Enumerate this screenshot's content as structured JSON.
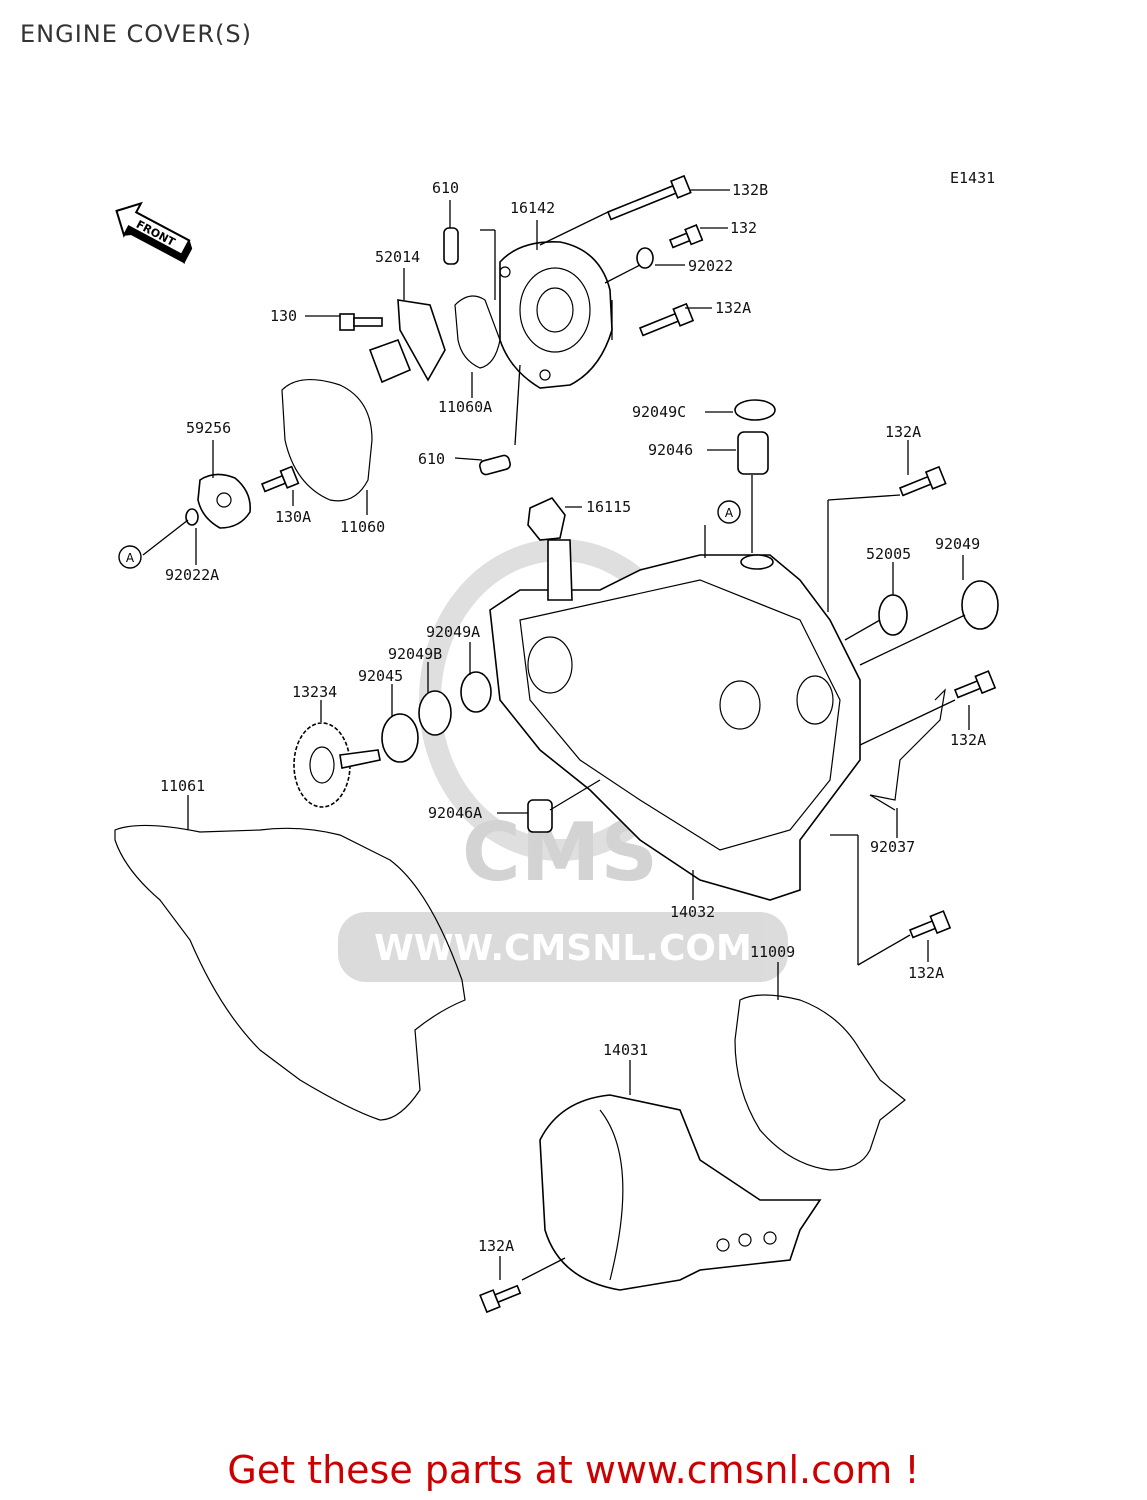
{
  "page": {
    "title": "ENGINE COVER(S)",
    "promo_text": "Get these parts at www.cmsnl.com !",
    "promo_color": "#cc0000"
  },
  "diagram": {
    "ref_code": "E1431",
    "front_marker": "FRONT",
    "watermark": {
      "logo": "CMS",
      "url": "WWW.CMSNL.COM"
    },
    "callout_A": "A",
    "parts": [
      {
        "id": "p610a",
        "label": "610"
      },
      {
        "id": "p16142",
        "label": "16142"
      },
      {
        "id": "p132b",
        "label": "132B"
      },
      {
        "id": "p132",
        "label": "132"
      },
      {
        "id": "p92022",
        "label": "92022"
      },
      {
        "id": "p132a_top",
        "label": "132A"
      },
      {
        "id": "p52014",
        "label": "52014"
      },
      {
        "id": "p130",
        "label": "130"
      },
      {
        "id": "p11060a",
        "label": "11060A"
      },
      {
        "id": "p610b",
        "label": "610"
      },
      {
        "id": "p59256",
        "label": "59256"
      },
      {
        "id": "p130a",
        "label": "130A"
      },
      {
        "id": "p11060",
        "label": "11060"
      },
      {
        "id": "p92022a",
        "label": "92022A"
      },
      {
        "id": "p92049c",
        "label": "92049C"
      },
      {
        "id": "p92046",
        "label": "92046"
      },
      {
        "id": "p16115",
        "label": "16115"
      },
      {
        "id": "p132a_r1",
        "label": "132A"
      },
      {
        "id": "p52005",
        "label": "52005"
      },
      {
        "id": "p92049",
        "label": "92049"
      },
      {
        "id": "p92049a",
        "label": "92049A"
      },
      {
        "id": "p92049b",
        "label": "92049B"
      },
      {
        "id": "p92045",
        "label": "92045"
      },
      {
        "id": "p13234",
        "label": "13234"
      },
      {
        "id": "p132a_r2",
        "label": "132A"
      },
      {
        "id": "p11061",
        "label": "11061"
      },
      {
        "id": "p92046a",
        "label": "92046A"
      },
      {
        "id": "p92037",
        "label": "92037"
      },
      {
        "id": "p14032",
        "label": "14032"
      },
      {
        "id": "p11009",
        "label": "11009"
      },
      {
        "id": "p132a_r3",
        "label": "132A"
      },
      {
        "id": "p14031",
        "label": "14031"
      },
      {
        "id": "p132a_bot",
        "label": "132A"
      }
    ]
  }
}
